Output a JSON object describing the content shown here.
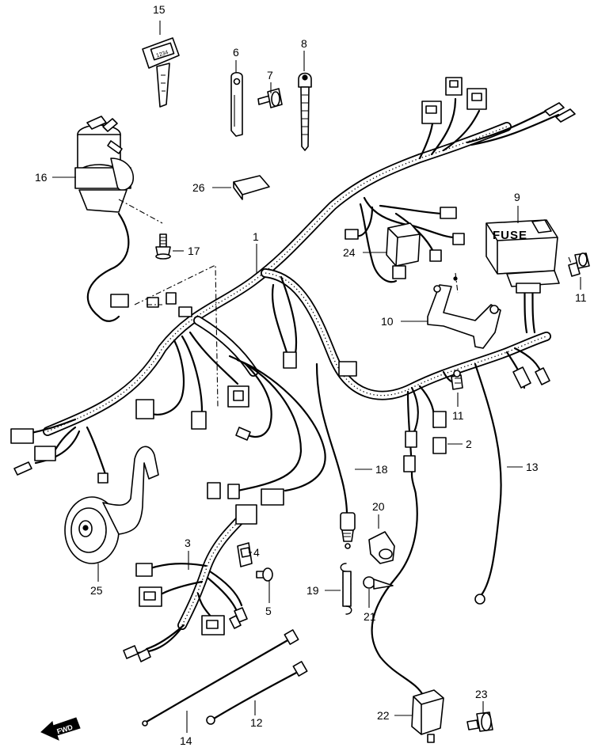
{
  "callouts": [
    {
      "id": "1",
      "label": "1"
    },
    {
      "id": "2",
      "label": "2"
    },
    {
      "id": "3",
      "label": "3"
    },
    {
      "id": "4",
      "label": "4"
    },
    {
      "id": "5",
      "label": "5"
    },
    {
      "id": "6",
      "label": "6"
    },
    {
      "id": "7",
      "label": "7"
    },
    {
      "id": "8",
      "label": "8"
    },
    {
      "id": "9",
      "label": "9"
    },
    {
      "id": "10",
      "label": "10"
    },
    {
      "id": "11a",
      "label": "11"
    },
    {
      "id": "11b",
      "label": "11"
    },
    {
      "id": "12",
      "label": "12"
    },
    {
      "id": "13",
      "label": "13"
    },
    {
      "id": "14",
      "label": "14"
    },
    {
      "id": "15",
      "label": "15"
    },
    {
      "id": "16",
      "label": "16"
    },
    {
      "id": "17",
      "label": "17"
    },
    {
      "id": "18",
      "label": "18"
    },
    {
      "id": "19",
      "label": "19"
    },
    {
      "id": "20",
      "label": "20"
    },
    {
      "id": "21",
      "label": "21"
    },
    {
      "id": "22",
      "label": "22"
    },
    {
      "id": "23",
      "label": "23"
    },
    {
      "id": "24",
      "label": "24"
    },
    {
      "id": "25",
      "label": "25"
    },
    {
      "id": "26",
      "label": "26"
    }
  ],
  "fuse_box_text": "FUSE",
  "direction_arrow_text": "FWD",
  "key_tag_text": "1234"
}
